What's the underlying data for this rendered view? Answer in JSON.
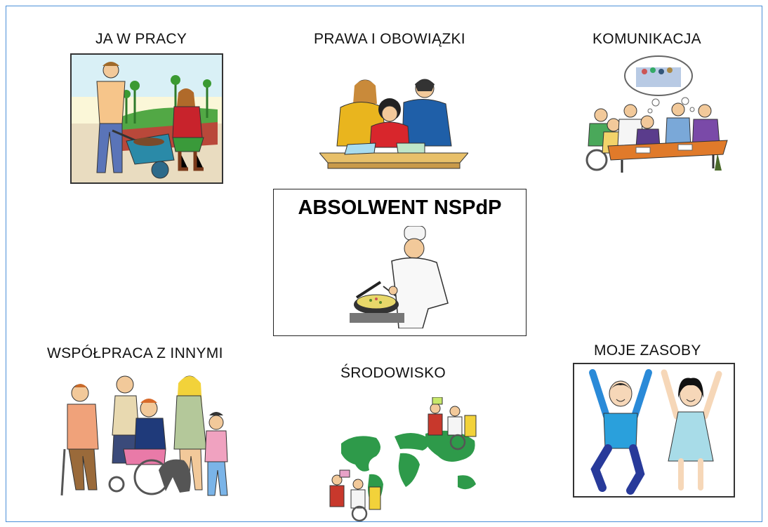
{
  "center": {
    "title": "ABSOLWENT NSPdP",
    "icon": "chef-cooking-icon"
  },
  "topics": [
    {
      "label": "JA W PRACY",
      "icon": "gardening-work-icon"
    },
    {
      "label": "PRAWA I OBOWIĄZKI",
      "icon": "people-at-table-icon"
    },
    {
      "label": "KOMUNIKACJA",
      "icon": "meeting-conversation-icon"
    },
    {
      "label": "WSPÓŁPRACA Z INNYMI",
      "icon": "group-cooperation-icon"
    },
    {
      "label": "ŚRODOWISKO",
      "icon": "world-map-community-icon"
    },
    {
      "label": "MOJE ZASOBY",
      "icon": "happy-people-icon"
    }
  ],
  "colors": {
    "frame_border": "#4a8fd8",
    "text": "#111111"
  }
}
